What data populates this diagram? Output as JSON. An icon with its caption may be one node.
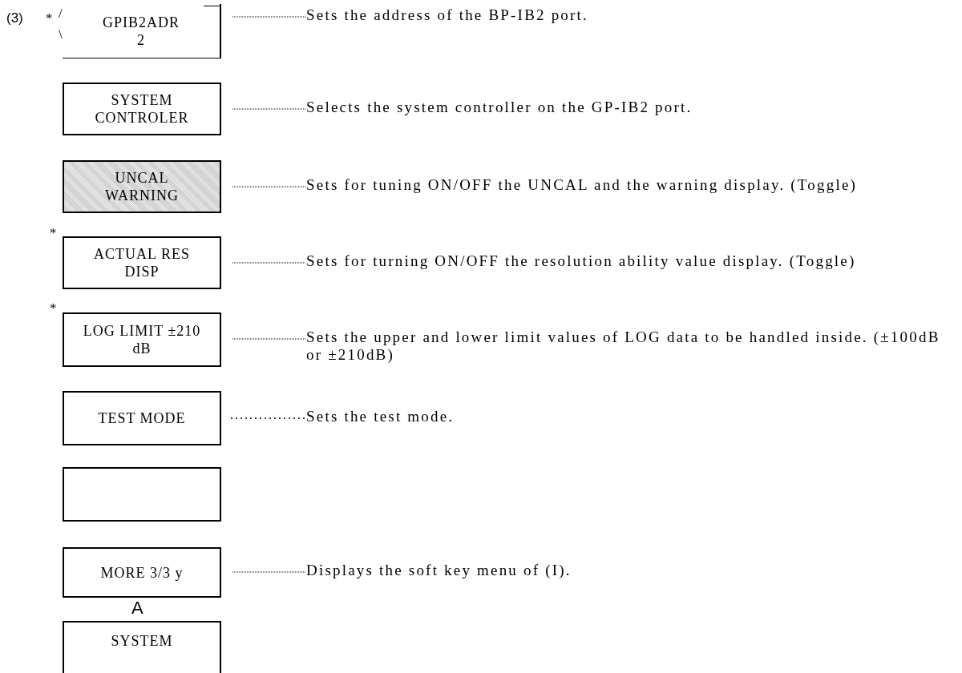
{
  "diagram": {
    "nodes": [
      {
        "text": [
          "GPIB2ADR",
          "2"
        ]
      },
      {
        "text": [
          "Sets the address of the BP-IB2 port."
        ]
      },
      {
        "text": [
          "SYSTEM CONTROLER"
        ]
      },
      {
        "text": [
          "Selects the system controller on the GP-IB2 port."
        ]
      },
      {
        "text": [
          "UNCAL WARNING"
        ]
      },
      {
        "text": [
          "Sets for tuning ON/OFF the UNCAL and the warning display. (Toggle)"
        ]
      },
      {
        "text": [
          "ACTUAL RES DISP"
        ]
      },
      {
        "text": [
          "Sets for turning ON/OFF the resolution ability value display. (Toggle)"
        ]
      },
      {
        "text": [
          "LOG LIMIT ±210 dB"
        ]
      },
      {
        "text": [
          "Sets the upper and lower limit values of LOG data to be handled inside. (±100dB or ±210dB)"
        ]
      },
      {
        "text": [
          "TEST MODE"
        ]
      },
      {
        "text": [
          "Sets the test mode."
        ]
      },
      {
        "text": [],
        "shape": "box"
      },
      {
        "text": [
          "MORE 3/3 y"
        ]
      },
      {
        "text": [
          "Displays the soft key menu of (I)."
        ]
      },
      {
        "text": [
          "SYSTEM"
        ]
      }
    ],
    "edges": [
      {
        "from": 0,
        "to": 1,
        "arrow": "none"
      },
      {
        "from": 2,
        "to": 3,
        "arrow": "none"
      },
      {
        "from": 4,
        "to": 5,
        "arrow": "none"
      },
      {
        "from": 6,
        "to": 7,
        "arrow": "none"
      },
      {
        "from": 8,
        "to": 9,
        "arrow": "none"
      },
      {
        "from": 10,
        "to": 11,
        "arrow": "none",
        "style": "dashed"
      },
      {
        "from": 13,
        "to": 14,
        "arrow": "none"
      }
    ],
    "labels": [
      "(3)",
      "*",
      "/",
      "\\",
      "*",
      "*",
      "A"
    ]
  }
}
